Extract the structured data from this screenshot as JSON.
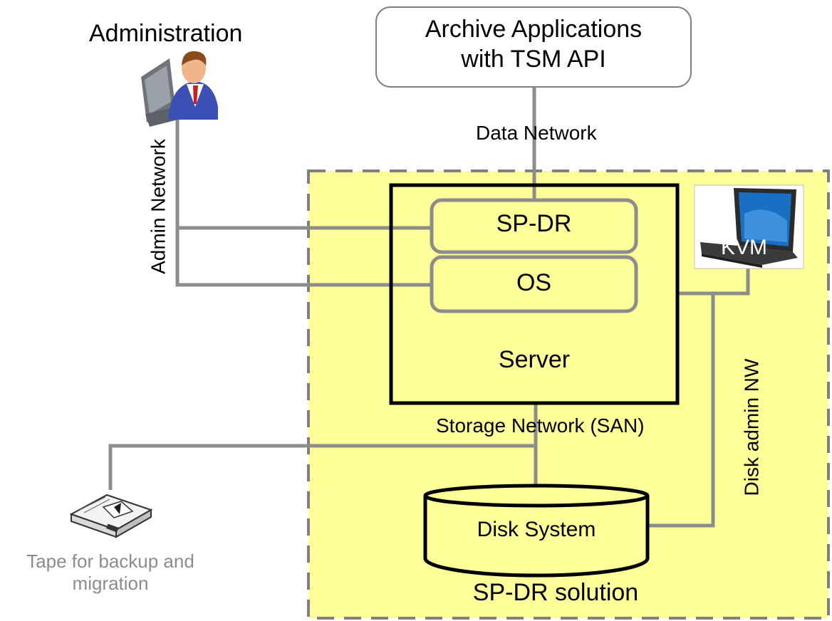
{
  "admin": {
    "title": "Administration",
    "network_label": "Admin Network"
  },
  "archive": {
    "line1": "Archive Applications",
    "line2": "with TSM API"
  },
  "data_network_label": "Data Network",
  "server": {
    "sp_dr": "SP-DR",
    "os": "OS",
    "label": "Server"
  },
  "kvm_label": "KVM",
  "storage_network_label": "Storage Network (SAN)",
  "disk_admin_label": "Disk admin NW",
  "disk_system_label": "Disk System",
  "solution_label": "SP-DR solution",
  "tape": {
    "line1": "Tape for backup and",
    "line2": "migration"
  },
  "colors": {
    "solution_fill": "#ffff99",
    "line": "#8c8c8c",
    "dashed_border": "#7f7f7f",
    "tape_text": "#8c8c8c"
  },
  "icons": [
    "administrator-person-icon",
    "kvm-console-icon",
    "tape-cartridge-icon"
  ]
}
